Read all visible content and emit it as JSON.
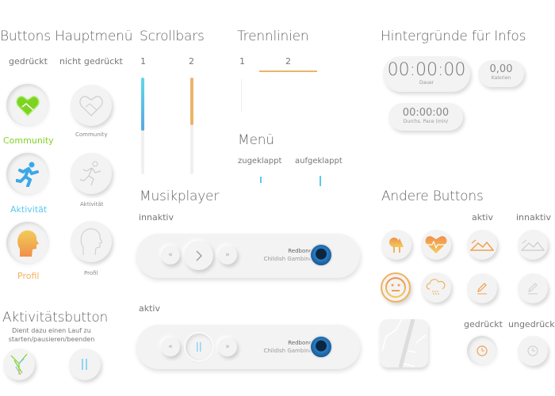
{
  "main_menu": {
    "title": "Buttons Hauptmenü",
    "pressed_label": "gedrückt",
    "unpressed_label": "nicht gedrückt",
    "items": [
      {
        "label": "Community",
        "color": "#7ed321"
      },
      {
        "label": "Aktivität",
        "color": "#5bc8f0"
      },
      {
        "label": "Profil",
        "color": "#f2b25c"
      }
    ]
  },
  "activity_button": {
    "title": "Aktivitätsbutton",
    "description_line1": "Dient dazu einen Lauf zu",
    "description_line2": "starten/pausieren/beenden"
  },
  "scrollbars": {
    "title": "Scrollbars",
    "labels": [
      "1",
      "2"
    ],
    "colors": [
      "#5bc8f0",
      "#f2b25c"
    ]
  },
  "dividers": {
    "title": "Trennlinien",
    "labels": [
      "1",
      "2"
    ]
  },
  "menu": {
    "title": "Menü",
    "collapsed": "zugeklappt",
    "expanded": "aufgeklappt"
  },
  "music_player": {
    "title": "Musikplayer",
    "inactive_label": "innaktiv",
    "active_label": "aktiv",
    "song": "Redbone",
    "artist": "Childish Gambino",
    "prev": "«",
    "next": "»"
  },
  "info_backgrounds": {
    "title": "Hintergründe für Infos",
    "duration_value": "00:00:00",
    "duration_label": "Dauer",
    "calories_value": "0,00",
    "calories_label": "Kalorien",
    "pace_value": "00:00:00",
    "pace_label": "Durchs. Pace (min/"
  },
  "other_buttons": {
    "title": "Andere Buttons",
    "active": "aktiv",
    "inactive": "innaktiv",
    "pressed": "gedrückt",
    "unpressed": "ungedrück"
  }
}
